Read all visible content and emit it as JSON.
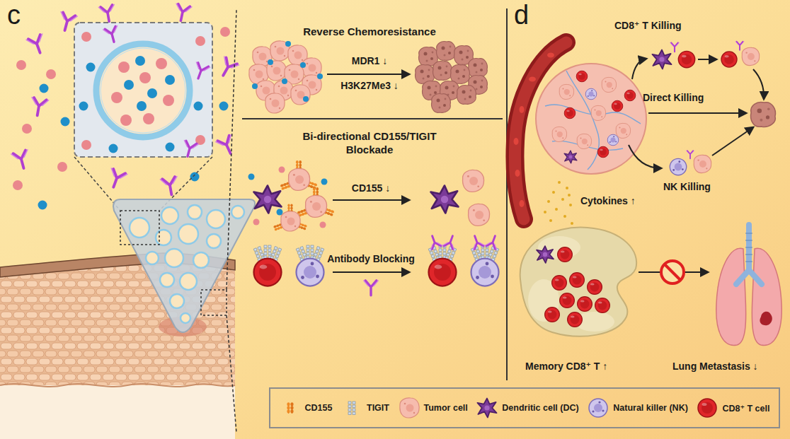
{
  "diagram": {
    "labels": [
      "c",
      "Reverse Chemoresistance",
      "MDR1 ↓",
      "H3K27Me3 ↓",
      "Bi-directional CD155/TIGIT Blockade",
      "CD155 ↓",
      "Antibody Blocking",
      "d",
      "CD8⁺ T Killing",
      "Direct Killing",
      "NK Killing",
      "Cytokines ↑",
      "Memory CD8⁺ T ↑",
      "Lung Metastasis ↓"
    ],
    "legend": [
      {
        "text": "CD155"
      },
      {
        "text": "TIGIT"
      },
      {
        "text": "Tumor cell"
      },
      {
        "text": "Dendritic cell (DC)"
      },
      {
        "text": "Natural killer (NK)"
      },
      {
        "text": "CD8⁺ T cell"
      }
    ]
  }
}
